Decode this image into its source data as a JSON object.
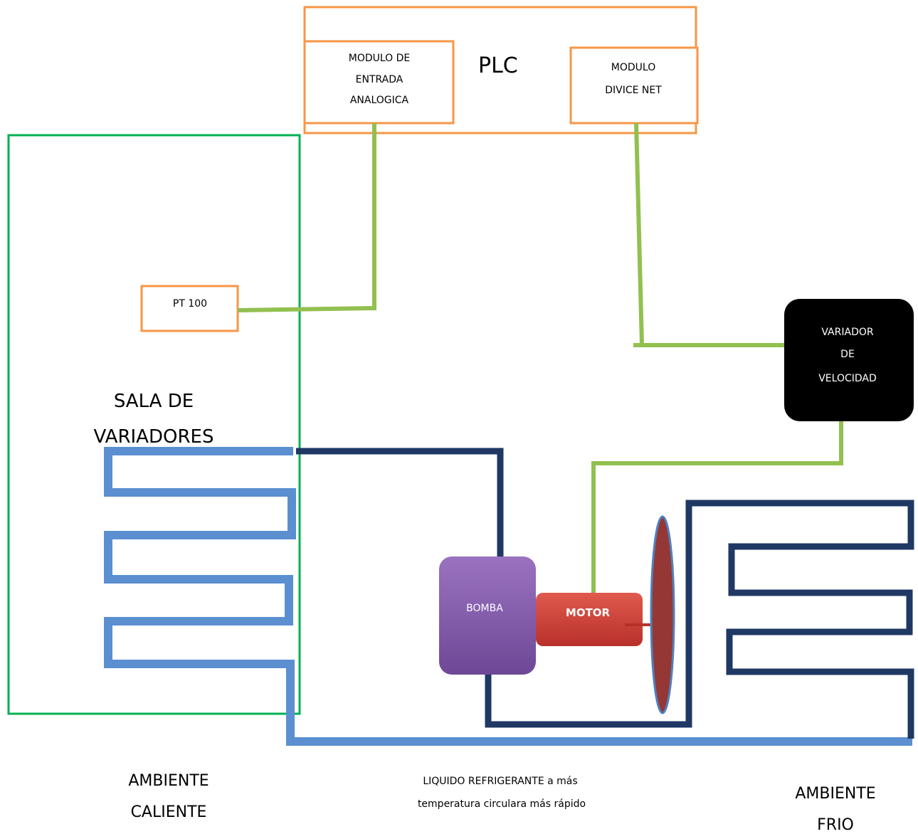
{
  "plc": {
    "title": "PLC",
    "analog_module": [
      "MODULO DE",
      "ENTRADA",
      "ANALOGICA"
    ],
    "devicenet_module": [
      "MODULO",
      "DIVICE NET"
    ]
  },
  "sensor": {
    "label": "PT 100"
  },
  "room": {
    "lines": [
      "SALA DE",
      "VARIADORES"
    ]
  },
  "drive": {
    "lines": [
      "VARIADOR",
      "DE",
      "VELOCIDAD"
    ]
  },
  "pump": {
    "label": "BOMBA"
  },
  "motor": {
    "label": "MOTOR"
  },
  "environments": {
    "hot": [
      "AMBIENTE",
      "CALIENTE"
    ],
    "cold": [
      "AMBIENTE",
      "FRIO"
    ]
  },
  "note": [
    "LIQUIDO REFRIGERANTE  a más",
    "temperatura circulara más rápido"
  ],
  "colors": {
    "plc_border": "#f79646",
    "room_border": "#00b050",
    "signal_wire": "#92c050",
    "hot_pipe": "#5b8fd0",
    "cold_pipe": "#1f3864",
    "drive_fill": "#000000",
    "pump_fill": "#8d62b4",
    "motor_fill": "#d9463b",
    "fan_fill": "#953735"
  }
}
